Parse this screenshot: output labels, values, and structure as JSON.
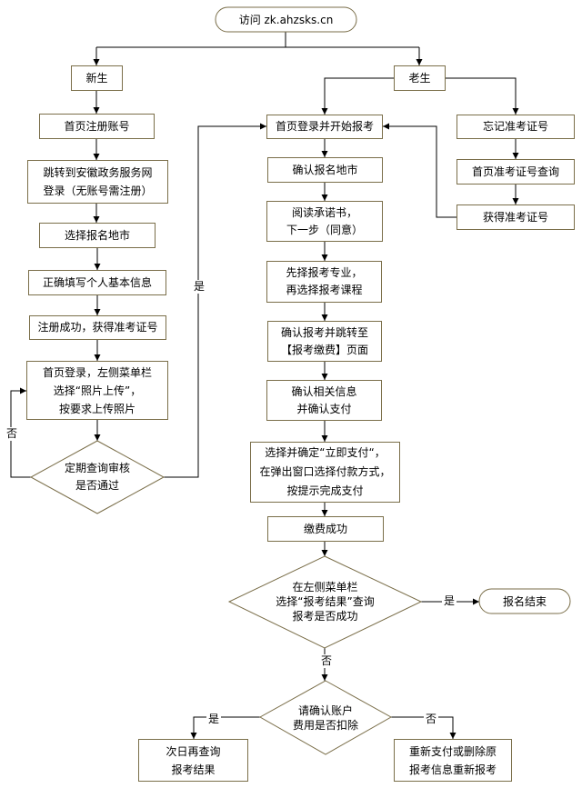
{
  "colors": {
    "border": "#7a6e49",
    "line": "#000000",
    "background": "#ffffff"
  },
  "start": {
    "label": "访问 zk.ahzsks.cn"
  },
  "branch_new": {
    "label": "新生"
  },
  "branch_old": {
    "label": "老生"
  },
  "new_flow": {
    "register_account": "首页注册账号",
    "gov_login": "跳转到安徽政务服务网\n登录（无账号需注册）",
    "choose_city": "选择报名地市",
    "fill_info": "正确填写个人基本信息",
    "register_success": "注册成功，获得准考证号",
    "photo_upload": "首页登录，左侧菜单栏\n选择“照片上传”，\n按要求上传照片",
    "review_check": "定期查询审核\n是否通过"
  },
  "main_flow": {
    "login_start": "首页登录并开始报考",
    "confirm_city": "确认报名地市",
    "read_commitment": "阅读承诺书，\n下一步（同意）",
    "choose_major": "先择报考专业，\n再选择报考课程",
    "confirm_jump_pay": "确认报考并跳转至\n【报考缴费】页面",
    "confirm_info_pay": "确认相关信息\n并确认支付",
    "pay_now": "选择并确定“立即支付“，\n在弹出窗口选择付款方式，\n按提示完成支付",
    "pay_success": "缴费成功",
    "result_check": "在左侧菜单栏\n选择“报考结果”查询\n报考是否成功",
    "finish": "报名结束",
    "fee_check": "请确认账户\n费用是否扣除",
    "query_next_day": "次日再查询\n报考结果",
    "repay": "重新支付或删除原\n报考信息重新报考"
  },
  "old_flow": {
    "forgot_ticket": "忘记准考证号",
    "ticket_query": "首页准考证号查询",
    "got_ticket": "获得准考证号"
  },
  "labels": {
    "yes": "是",
    "no": "否"
  }
}
